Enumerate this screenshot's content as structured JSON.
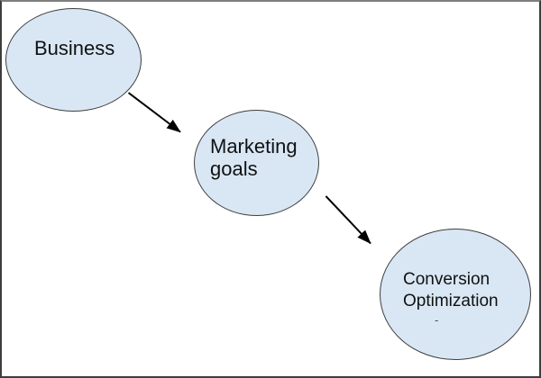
{
  "diagram": {
    "nodes": [
      {
        "id": "business",
        "label": "Business",
        "lines": [
          "Business"
        ]
      },
      {
        "id": "marketing-goals",
        "label": "Marketing goals",
        "lines": [
          "Marketing",
          "goals"
        ]
      },
      {
        "id": "conversion-optimization",
        "label": "Conversion Optimization",
        "lines": [
          "Conversion",
          "Optimization"
        ],
        "footnote": "-"
      }
    ],
    "edges": [
      {
        "from": "Business",
        "to": "Marketing goals",
        "style": "solid-arrow"
      },
      {
        "from": "Marketing goals",
        "to": "Conversion Optimization",
        "style": "solid-arrow"
      }
    ],
    "colors": {
      "node_fill": "#d9e7f5",
      "node_border": "#3f3f3f",
      "arrow": "#000000",
      "canvas_border": "#3d3d3d",
      "background": "#ffffff"
    }
  }
}
